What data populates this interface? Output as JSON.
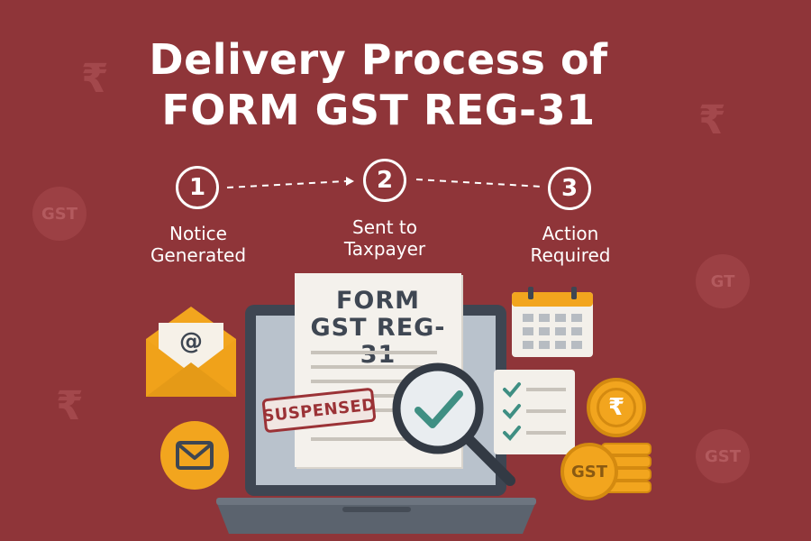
{
  "title": {
    "line1": "Delivery Process of",
    "line2": "FORM GST REG-31"
  },
  "steps": [
    {
      "number": "1",
      "line1": "Notice",
      "line2": "Generated"
    },
    {
      "number": "2",
      "line1": "Sent to",
      "line2": "Taxpayer"
    },
    {
      "number": "3",
      "line1": "Action",
      "line2": "Required"
    }
  ],
  "document": {
    "line1": "FORM",
    "line2": "GST REG-31"
  },
  "stamp": "SUSPENSED",
  "email_symbol": "@",
  "coin_symbol": "₹",
  "coin_label": "GST",
  "background_marks": {
    "rupee": "₹",
    "badge1": "GST",
    "badge2": "GT",
    "badge3": "GST"
  },
  "colors": {
    "background": "#8f3539",
    "accent_orange": "#f2a51e",
    "check_teal": "#3f8f83",
    "stamp_red": "#9b3236"
  }
}
